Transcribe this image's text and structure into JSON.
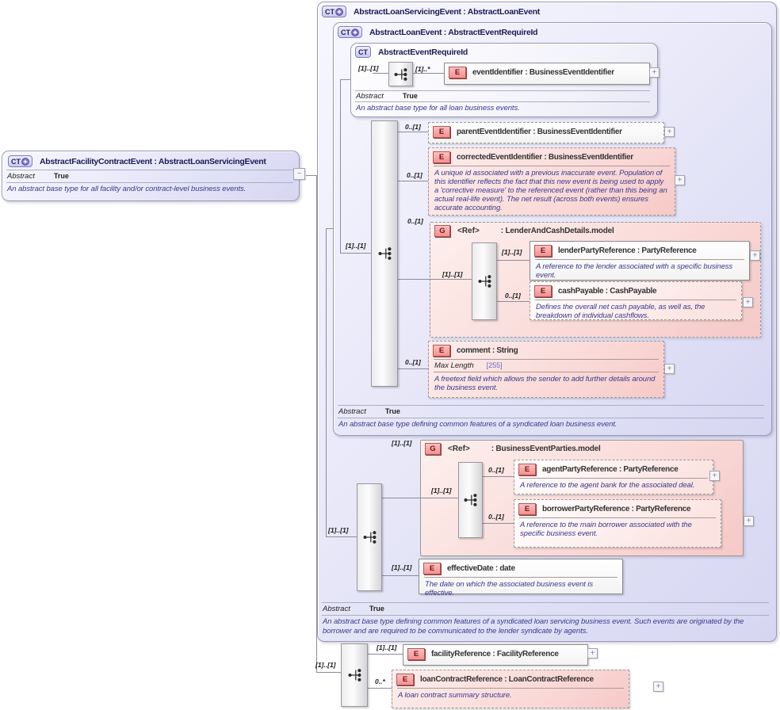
{
  "colors": {
    "complex_type_fill": "#e0e0f4",
    "element_pink_fill": "#f8d4d2",
    "connector": "#8c8c9c",
    "header_text": "#1c1c55",
    "annotation_text": "#3a3a8e"
  },
  "glyphs": {
    "plus": "+",
    "minus": "−"
  },
  "boxes": {
    "facility_contract": {
      "badge": "CT",
      "title": "AbstractFacilityContractEvent : AbstractLoanServicingEvent",
      "abstract_label": "Abstract",
      "abstract_value": "True",
      "description": "An abstract base type for all facility and/or contract-level business events."
    },
    "loan_servicing": {
      "badge": "CT",
      "title": "AbstractLoanServicingEvent : AbstractLoanEvent",
      "abstract_label": "Abstract",
      "abstract_value": "True",
      "description": "An abstract base type defining common features of a syndicated loan servicing business event. Such events are originated by the borrower and are required to be communicated to the lender syndicate by agents."
    },
    "loan_event": {
      "badge": "CT",
      "title": "AbstractLoanEvent : AbstractEventRequireId",
      "abstract_label": "Abstract",
      "abstract_value": "True",
      "description": "An abstract base type defining common features of a syndicated loan business event."
    },
    "event_require_id": {
      "badge": "CT",
      "title": "AbstractEventRequireId",
      "abstract_label": "Abstract",
      "abstract_value": "True",
      "description": "An abstract base type for all loan business events."
    }
  },
  "groups": {
    "lender_and_cash": {
      "badge": "G",
      "ref": "<Ref>",
      "type": ": LenderAndCashDetails.model",
      "cardinality": "0..[1]",
      "inner_cardinality": "[1]..[1]"
    },
    "business_event_parties": {
      "badge": "G",
      "ref": "<Ref>",
      "type": ": BusinessEventParties.model",
      "cardinality": "[1]..[1]",
      "inner_cardinality": "[1]..[1]"
    }
  },
  "sequences": {
    "require_id": {
      "cardinality": "[1]..[1]"
    },
    "loan_event": {
      "cardinality": "[1]..[1]"
    },
    "loan_servicing": {
      "cardinality": "[1]..[1]"
    },
    "facility_contract": {
      "cardinality": "[1]..[1]"
    }
  },
  "elements": {
    "event_identifier": {
      "badge": "E",
      "label": "eventIdentifier : BusinessEventIdentifier",
      "cardinality": "[1]..*"
    },
    "parent_event_identifier": {
      "badge": "E",
      "label": "parentEventIdentifier : BusinessEventIdentifier",
      "cardinality": "0..[1]"
    },
    "corrected_event_identifier": {
      "badge": "E",
      "label": "correctedEventIdentifier : BusinessEventIdentifier",
      "cardinality": "0..[1]",
      "annotation": "A unique id associated with a previous inaccurate event. Population of this identifier reflects the fact that this new event is being used to apply a 'corrective measure' to the referenced event (rather than this being an actual real-life event). The net result (across both events) ensures accurate accounting."
    },
    "lender_party_reference": {
      "badge": "E",
      "label": "lenderPartyReference : PartyReference",
      "cardinality": "[1]..[1]",
      "annotation": "A reference to the lender associated with a specific business event."
    },
    "cash_payable": {
      "badge": "E",
      "label": "cashPayable : CashPayable",
      "cardinality": "0..[1]",
      "annotation": "Defines the overall net cash payable, as well as, the breakdown of individual cashflows."
    },
    "comment": {
      "badge": "E",
      "label": "comment : String",
      "cardinality": "0..[1]",
      "facet_label": "Max Length",
      "facet_value": "[255]",
      "annotation": "A freetext field which allows the sender to add further details around the business event."
    },
    "agent_party_reference": {
      "badge": "E",
      "label": "agentPartyReference : PartyReference",
      "cardinality": "0..[1]",
      "annotation": "A reference to the agent bank for the associated deal."
    },
    "borrower_party_reference": {
      "badge": "E",
      "label": "borrowerPartyReference : PartyReference",
      "cardinality": "0..[1]",
      "annotation": "A reference to the main borrower associated with the specific business event."
    },
    "effective_date": {
      "badge": "E",
      "label": "effectiveDate : date",
      "cardinality": "[1]..[1]",
      "annotation": "The date on which the associated business event is effective."
    },
    "facility_reference": {
      "badge": "E",
      "label": "facilityReference : FacilityReference",
      "cardinality": "[1]..[1]"
    },
    "loan_contract_reference": {
      "badge": "E",
      "label": "loanContractReference : LoanContractReference",
      "cardinality": "0..*",
      "annotation": "A loan contract summary structure."
    }
  }
}
